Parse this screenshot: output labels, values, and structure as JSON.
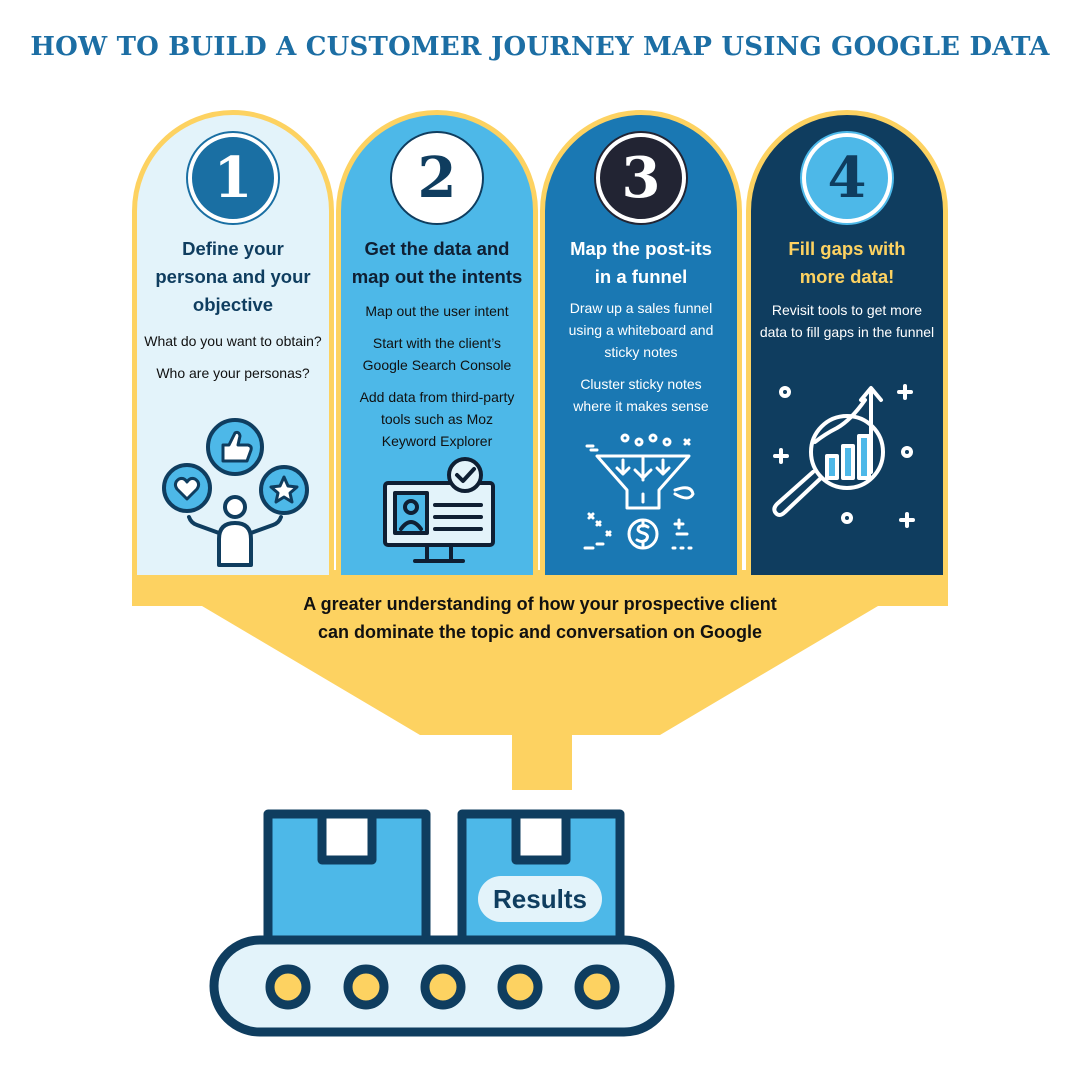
{
  "title": "HOW TO BUILD A CUSTOMER JOURNEY MAP USING GOOGLE DATA",
  "steps": [
    {
      "number": "1",
      "heading_lines": [
        "Define your",
        "persona and your",
        "objective"
      ],
      "paragraphs": [
        "What do you want to obtain?",
        "Who are your personas?"
      ],
      "icon": "persona-icon"
    },
    {
      "number": "2",
      "heading_lines": [
        "Get the data and",
        "map out the intents"
      ],
      "paragraphs": [
        "Map out the user intent",
        "Start with the client’s Google Search Console",
        "Add data from third-party tools such as Moz Keyword Explorer"
      ],
      "icon": "profile-monitor-icon"
    },
    {
      "number": "3",
      "heading_lines": [
        "Map the post-its",
        "in a funnel"
      ],
      "paragraphs": [
        "Draw up a sales funnel using a whiteboard and sticky notes",
        "Cluster sticky notes where it makes sense"
      ],
      "icon": "sales-funnel-icon"
    },
    {
      "number": "4",
      "heading_lines": [
        "Fill gaps with",
        "more data!"
      ],
      "paragraphs": [
        "Revisit tools to get more data to fill gaps in the funnel"
      ],
      "icon": "magnifier-growth-icon"
    }
  ],
  "summary": "A greater understanding of how your prospective client can dominate the topic and conversation on Google",
  "results_label": "Results",
  "colors": {
    "title": "#1c6ea4",
    "yellow": "#fdd261",
    "light_blue": "#e3f3fa",
    "sky_blue": "#4db8e8",
    "mid_blue": "#1a78b3",
    "navy": "#0f3d5f"
  }
}
